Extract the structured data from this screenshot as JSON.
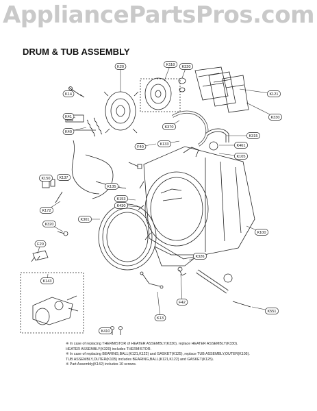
{
  "watermark": "AppliancePartsPros.com",
  "section_title": "DRUM & TUB ASSEMBLY",
  "callouts": [
    {
      "id": "k20",
      "label": "K20"
    },
    {
      "id": "k118",
      "label": "K118"
    },
    {
      "id": "k121",
      "label": "K121"
    },
    {
      "id": "k14",
      "label": "K14"
    },
    {
      "id": "k41",
      "label": "K41"
    },
    {
      "id": "k40",
      "label": "K40"
    },
    {
      "id": "k370",
      "label": "K370"
    },
    {
      "id": "k320a",
      "label": "K320"
    },
    {
      "id": "k330",
      "label": "K330"
    },
    {
      "id": "k315",
      "label": "K315"
    },
    {
      "id": "f40",
      "label": "F40"
    },
    {
      "id": "k133",
      "label": "K133"
    },
    {
      "id": "k461",
      "label": "K461"
    },
    {
      "id": "k105",
      "label": "K105"
    },
    {
      "id": "k150",
      "label": "K150"
    },
    {
      "id": "k137",
      "label": "K137"
    },
    {
      "id": "k135",
      "label": "K135"
    },
    {
      "id": "k172",
      "label": "K172"
    },
    {
      "id": "k320b",
      "label": "K320"
    },
    {
      "id": "k153",
      "label": "K153"
    },
    {
      "id": "k430",
      "label": "K430"
    },
    {
      "id": "k301",
      "label": "K301"
    },
    {
      "id": "k100",
      "label": "K100"
    },
    {
      "id": "f20",
      "label": "F20"
    },
    {
      "id": "k326",
      "label": "K326"
    },
    {
      "id": "k143",
      "label": "K143"
    },
    {
      "id": "f42",
      "label": "F42"
    },
    {
      "id": "k551",
      "label": "K551"
    },
    {
      "id": "k13",
      "label": "K13"
    },
    {
      "id": "k410",
      "label": "K410"
    }
  ],
  "notes": [
    "※ In case of replacing THERMISTOR of HEATER ASSEMBLY(K330), replace HEATER ASSEMBLY(K330).",
    "   HEATER ASSEMBLY(K320) includes THERMISTOR.",
    "※ In case of replacing BEARING,BALL(K121,K122) and GASKET(K125), replace TUB ASSEMBLY,OUTER(K105).",
    "   TUB ASSEMBLY,OUTER(K105) includes BEARING,BALL(K121,K122) and GASKET(K125).",
    "※ Part Assembly(K142) includes 10 screws."
  ]
}
